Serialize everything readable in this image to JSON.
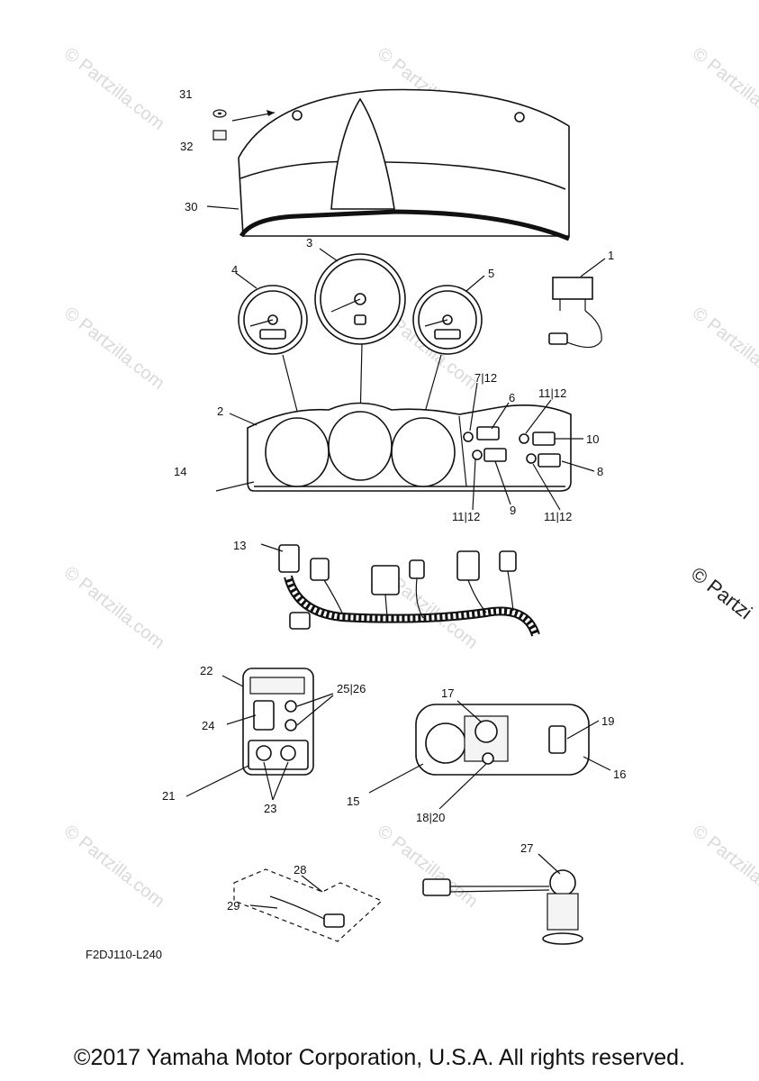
{
  "watermark": "© Partzilla.com",
  "watermark_edge": "© Partzi",
  "drawing_code": "F2DJ110-L240",
  "copyright": "©2017 Yamaha Motor Corporation, U.S.A. All rights reserved.",
  "callouts": {
    "c1": "1",
    "c2": "2",
    "c3": "3",
    "c4": "4",
    "c5": "5",
    "c6": "6",
    "c7_12": "7|12",
    "c8": "8",
    "c9": "9",
    "c10": "10",
    "c11_12a": "11|12",
    "c11_12b": "11|12",
    "c11_12c": "11|12",
    "c13": "13",
    "c14": "14",
    "c15": "15",
    "c16": "16",
    "c17": "17",
    "c18_20": "18|20",
    "c19": "19",
    "c21": "21",
    "c22": "22",
    "c23": "23",
    "c24": "24",
    "c25_26": "25|26",
    "c27": "27",
    "c28": "28",
    "c29": "29",
    "c30": "30",
    "c31": "31",
    "c32": "32"
  }
}
